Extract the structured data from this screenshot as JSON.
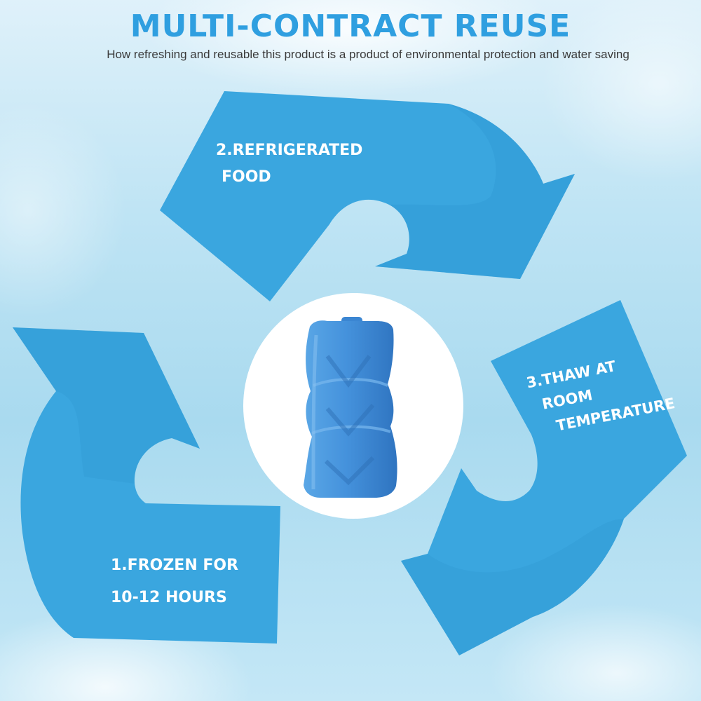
{
  "header": {
    "title": "MULTI-CONTRACT REUSE",
    "subtitle": "How refreshing and reusable this product is a product of environmental protection and water saving"
  },
  "steps": [
    {
      "id": "frozen",
      "lines": [
        "1.FROZEN FOR",
        "10-12 HOURS"
      ]
    },
    {
      "id": "refrigerated",
      "lines": [
        "2.REFRIGERATED",
        "FOOD"
      ]
    },
    {
      "id": "thaw",
      "lines": [
        "3.THAW AT",
        "ROOM",
        "TEMPERATURE"
      ]
    }
  ],
  "colors": {
    "arrow": "#3aa6df",
    "arrow_shade": "#2f96d2",
    "title": "#2f9fe0",
    "product": "#3f8fd8",
    "product_dark": "#2f74c0"
  },
  "product": {
    "icon": "ice-pack-icon"
  }
}
